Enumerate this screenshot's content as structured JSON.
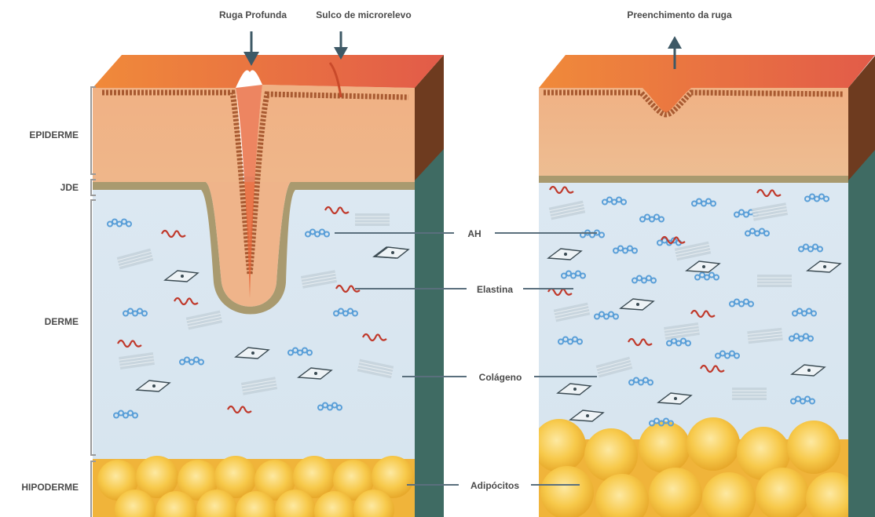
{
  "top_labels": {
    "deep_wrinkle": "Ruga Profunda",
    "micro_groove": "Sulco de microrelevo",
    "wrinkle_filling": "Preenchimento da ruga"
  },
  "layers": {
    "epidermis": "EPIDERME",
    "dej": "JDE",
    "dermis": "DERME",
    "hypodermis": "HIPODERME"
  },
  "callouts": {
    "ha": "AH",
    "elastin": "Elastina",
    "collagen": "Colágeno",
    "adipocytes": "Adipócitos"
  },
  "colors": {
    "skin_top": "#e8743f",
    "epidermis": "#efb48a",
    "dej_band": "#a99a6f",
    "dermis": "#dbe8f1",
    "side_face": "#3f6b63",
    "side_top": "#6e3b1f",
    "fat": "#f7c94a",
    "ha_beads": "#5a9fd8",
    "elastin": "#c0392b",
    "leader": "#5a6f7d"
  }
}
